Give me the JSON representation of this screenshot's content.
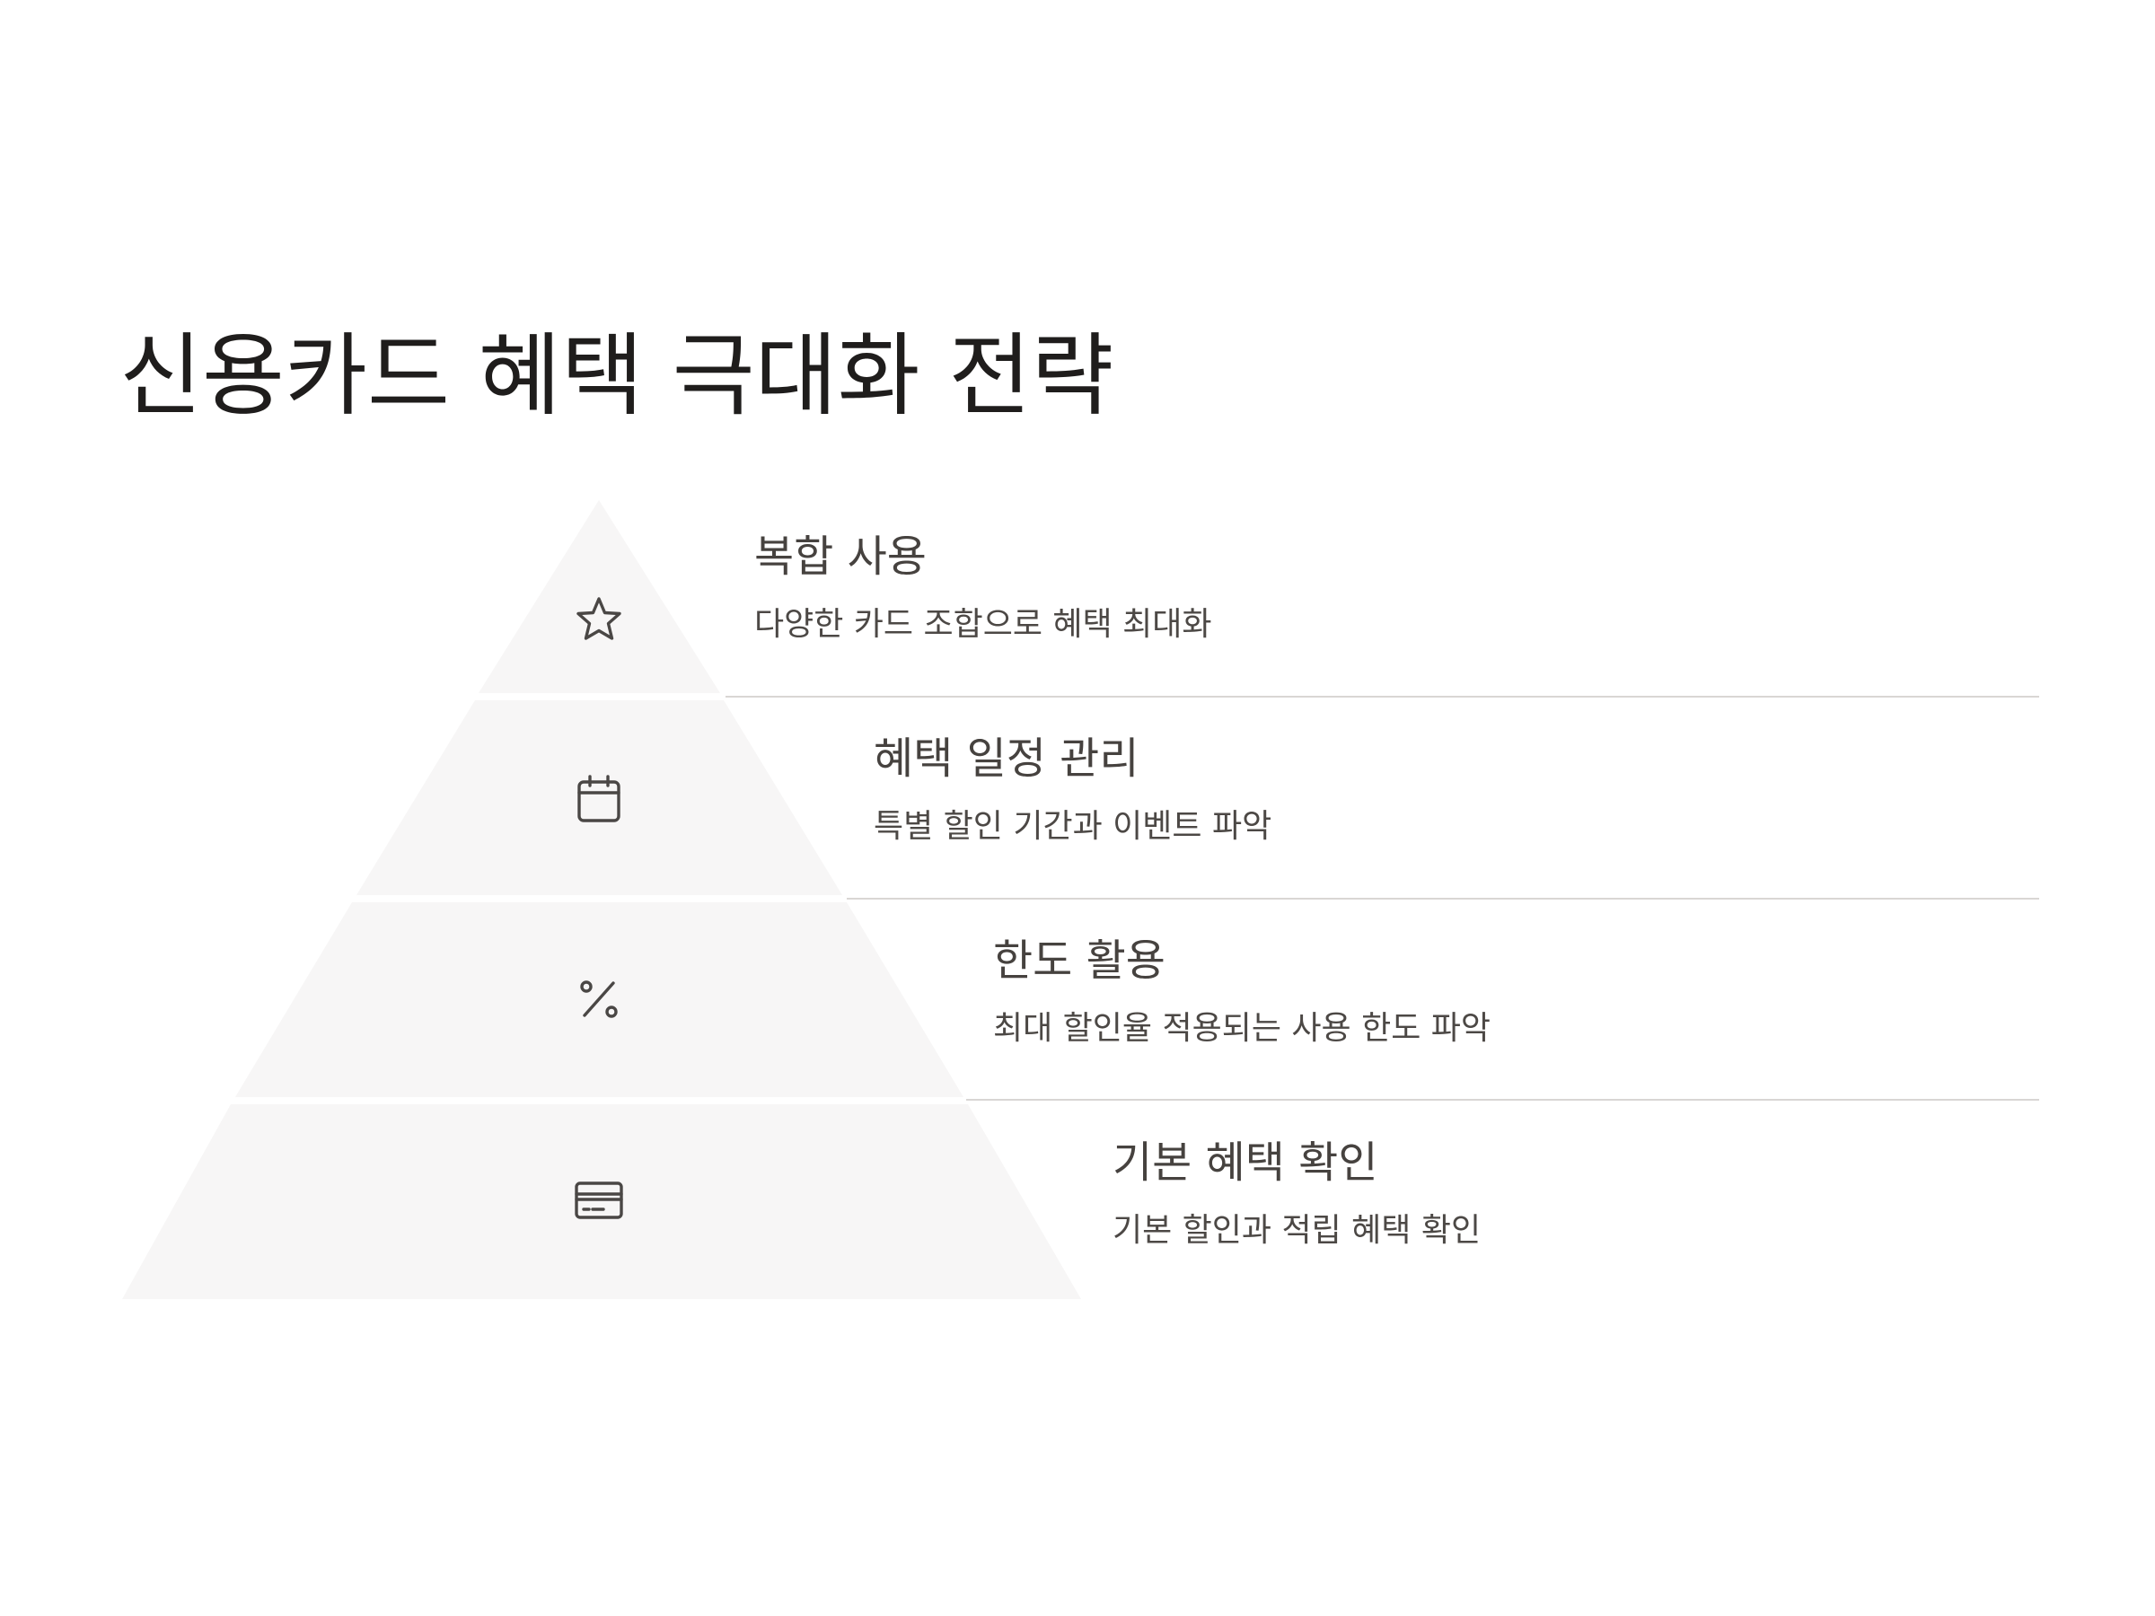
{
  "title": "신용카드 혜택 극대화 전략",
  "tiers": [
    {
      "title": "복합 사용",
      "desc": "다양한 카드 조합으로 혜택 최대화",
      "icon": "star-icon"
    },
    {
      "title": "혜택 일정 관리",
      "desc": "특별 할인 기간과 이벤트 파악",
      "icon": "calendar-icon"
    },
    {
      "title": "한도 활용",
      "desc": "최대 할인율 적용되는 사용 한도 파악",
      "icon": "percent-icon"
    },
    {
      "title": "기본 혜택 확인",
      "desc": "기본 할인과 적립 혜택 확인",
      "icon": "credit-card-icon"
    }
  ],
  "colors": {
    "tier_fill": "#f7f6f6",
    "divider": "#d9d6d4",
    "title_text": "#1f1d1c",
    "body_text": "#46423f"
  }
}
